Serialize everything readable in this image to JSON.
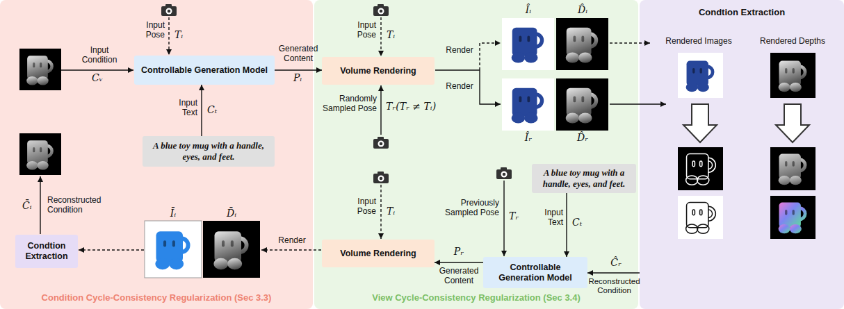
{
  "diagram": {
    "nodes": [
      {
        "text": [
          "Condition Cycle-Consistency Regularization (Sec 3.3)"
        ]
      },
      {
        "text": [
          "Controllable Generation Model"
        ],
        "in": 0
      },
      {
        "text": [
          "A blue toy mug with a handle, eyes, and feet."
        ],
        "in": 0
      },
      {
        "text": [
          "Condtion Extraction"
        ],
        "in": 0
      },
      {
        "text": [
          "View Cycle-Consistency Regularization (Sec 3.4)"
        ]
      },
      {
        "text": [
          "Volume Rendering"
        ],
        "in": 4
      },
      {
        "text": [
          "Volume Rendering"
        ],
        "in": 4
      },
      {
        "text": [
          "Controllable Generation Model"
        ],
        "in": 4
      },
      {
        "text": [
          "A blue toy mug with a handle, eyes, and feet."
        ],
        "in": 4
      },
      {
        "text": [
          "Condtion Extraction",
          "Rendered Images",
          "Rendered Depths"
        ]
      }
    ],
    "edges": [
      {
        "from": 2,
        "to": 1,
        "label": "Input Text",
        "arrow": "to"
      },
      {
        "from": 1,
        "to": 5,
        "label": "Generated Content",
        "arrow": "to"
      },
      {
        "from": 9,
        "to": 7,
        "label": "Reconstructed Condition",
        "arrow": "to"
      },
      {
        "from": 8,
        "to": 7,
        "label": "Input Text",
        "arrow": "to"
      },
      {
        "from": 7,
        "to": 6,
        "label": "Generated Content",
        "arrow": "to"
      }
    ],
    "labels": [
      "Input Pose",
      "Tᵢ",
      "Input Condition",
      "Cᵥ",
      "Cₜ",
      "Pᵢ",
      "Reconstructed Condition",
      "C̄ᵢ",
      "Īᵢ",
      "D̄ᵢ",
      "Render",
      "Input Pose",
      "Tᵢ",
      "Render",
      "Îᵢ",
      "D̂ᵢ",
      "Render",
      "Îᵣ",
      "D̂ᵣ",
      "Randomly Sampled Pose",
      "Tᵣ(Tᵣ ≠ Tᵢ)",
      "Input Pose",
      "Tᵢ",
      "Previously Sampled Pose",
      "Tᵣ",
      "Cₜ",
      "Ĉᵣ",
      "Pᵣ"
    ]
  }
}
